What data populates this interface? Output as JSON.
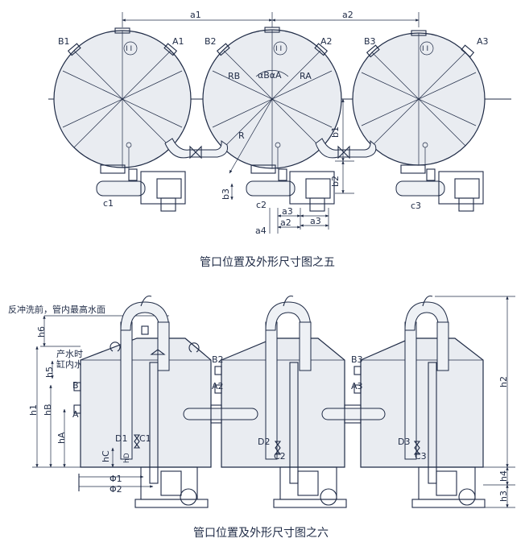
{
  "figure5": {
    "caption": "管口位置及外形尺寸图之五",
    "dims": {
      "a1": "a1",
      "a2": "a2",
      "b1": "b1",
      "b2": "b2",
      "b3": "b3",
      "a3_left": "a3",
      "a3_right": "a3",
      "a2_small": "a2",
      "a4": "a4"
    },
    "labels": {
      "B1": "B1",
      "A1": "A1",
      "B2": "B2",
      "A2": "A2",
      "B3": "B3",
      "A3": "A3",
      "RB": "RB",
      "RA": "RA",
      "alpha": "αBαA",
      "R": "R",
      "c1": "c1",
      "c2": "c2",
      "c3": "c3",
      "I1": "I I",
      "I2": "I I",
      "I3": "I I"
    }
  },
  "figure6": {
    "caption": "管口位置及外形尺寸图之六",
    "notes": {
      "backwash": "反冲洗前，管内最高水面",
      "produce": "产水时",
      "inner": "缸内水位"
    },
    "dims": {
      "h6": "h6",
      "h5": "h5",
      "h1": "h1",
      "hB": "hB",
      "hA": "hA",
      "hC": "hC",
      "h2": "h2",
      "h4": "h4",
      "h3": "h3",
      "phi1": "Φ1",
      "phi2": "Φ2",
      "hD": "hD"
    },
    "labels": {
      "B": "B",
      "A": "A",
      "D1": "D1",
      "C1": "C1",
      "B2": "B2",
      "A2": "A2",
      "D2": "D2",
      "C2": "C2",
      "B3": "B3",
      "A3": "A3",
      "D3": "D3",
      "C3": "C3"
    }
  }
}
